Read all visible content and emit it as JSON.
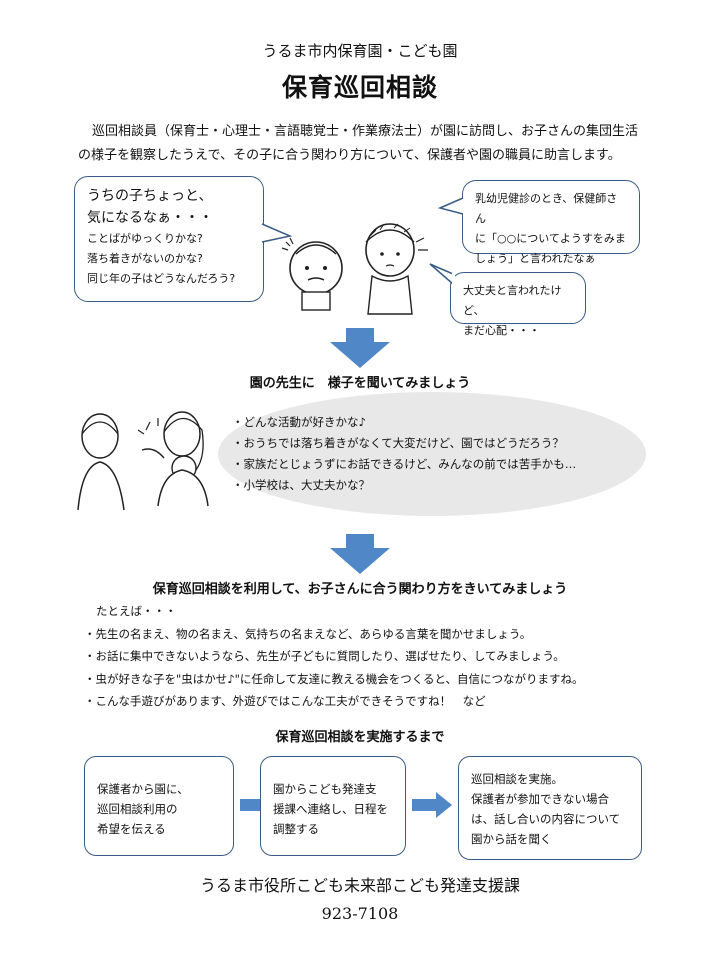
{
  "header": {
    "subtitle": "うるま市内保育園・こども園",
    "title": "保育巡回相談"
  },
  "intro": "巡回相談員（保育士・心理士・言語聴覚士・作業療法士）が園に訪問し、お子さんの集団生活の様子を観察したうえで、その子に合う関わり方について、保護者や園の職員に助言します。",
  "worries": {
    "left_bubble": {
      "line1": "うちの子ちょっと、",
      "line2": "気になるなぁ・・・",
      "line3": "ことばがゆっくりかな?",
      "line4": "落ち着きがないのかな?",
      "line5": "同じ年の子はどうなんだろう?"
    },
    "right_top_bubble": {
      "line1": "乳幼児健診のとき、保健師さん",
      "line2": "に「○○についてようすをみま",
      "line3": "しょう」と言われたなぁ"
    },
    "right_bottom_bubble": {
      "line1": "大丈夫と言われたけど、",
      "line2": "まだ心配・・・"
    }
  },
  "ask_teacher": {
    "heading": "園の先生に　様子を聞いてみましょう",
    "questions": [
      "・どんな活動が好きかな♪",
      "・おうちでは落ち着きがなくて大変だけど、園ではどうだろう？",
      "・家族だとじょうずにお話できるけど、みんなの前では苦手かも…",
      "・小学校は、大丈夫かな？"
    ]
  },
  "use_consult": {
    "heading": "保育巡回相談を利用して、お子さんに合う関わり方をきいてみましょう",
    "lead": "たとえば・・・",
    "examples": [
      "・先生の名まえ、物の名まえ、気持ちの名まえなど、あらゆる言葉を聞かせましょう。",
      "・お話に集中できないようなら、先生が子どもに質問したり、選ばせたり、してみましょう。",
      "・虫が好きな子を\"虫はかせ♪\"に任命して友達に教える機会をつくると、自信につながりますね。",
      "・こんな手遊びがあります、外遊びではこんな工夫ができそうですね！　など"
    ]
  },
  "flow": {
    "heading": "保育巡回相談を実施するまで",
    "steps": [
      {
        "line1": "保護者から園に、",
        "line2": "巡回相談利用の",
        "line3": "希望を伝える"
      },
      {
        "line1": "園からこども発達支",
        "line2": "援課へ連絡し、日程を",
        "line3": "調整する"
      },
      {
        "line1": "巡回相談を実施。",
        "line2": "保護者が参加できない場合",
        "line3": "は、話し合いの内容について",
        "line4": "園から話を聞く"
      }
    ]
  },
  "footer": {
    "department": "うるま市役所こども未来部こども発達支援課",
    "phone": "923-7108"
  },
  "colors": {
    "arrow_blue": "#4f87c7",
    "bubble_border": "#3a5c86",
    "ellipse_gray": "#e8e8e8"
  }
}
